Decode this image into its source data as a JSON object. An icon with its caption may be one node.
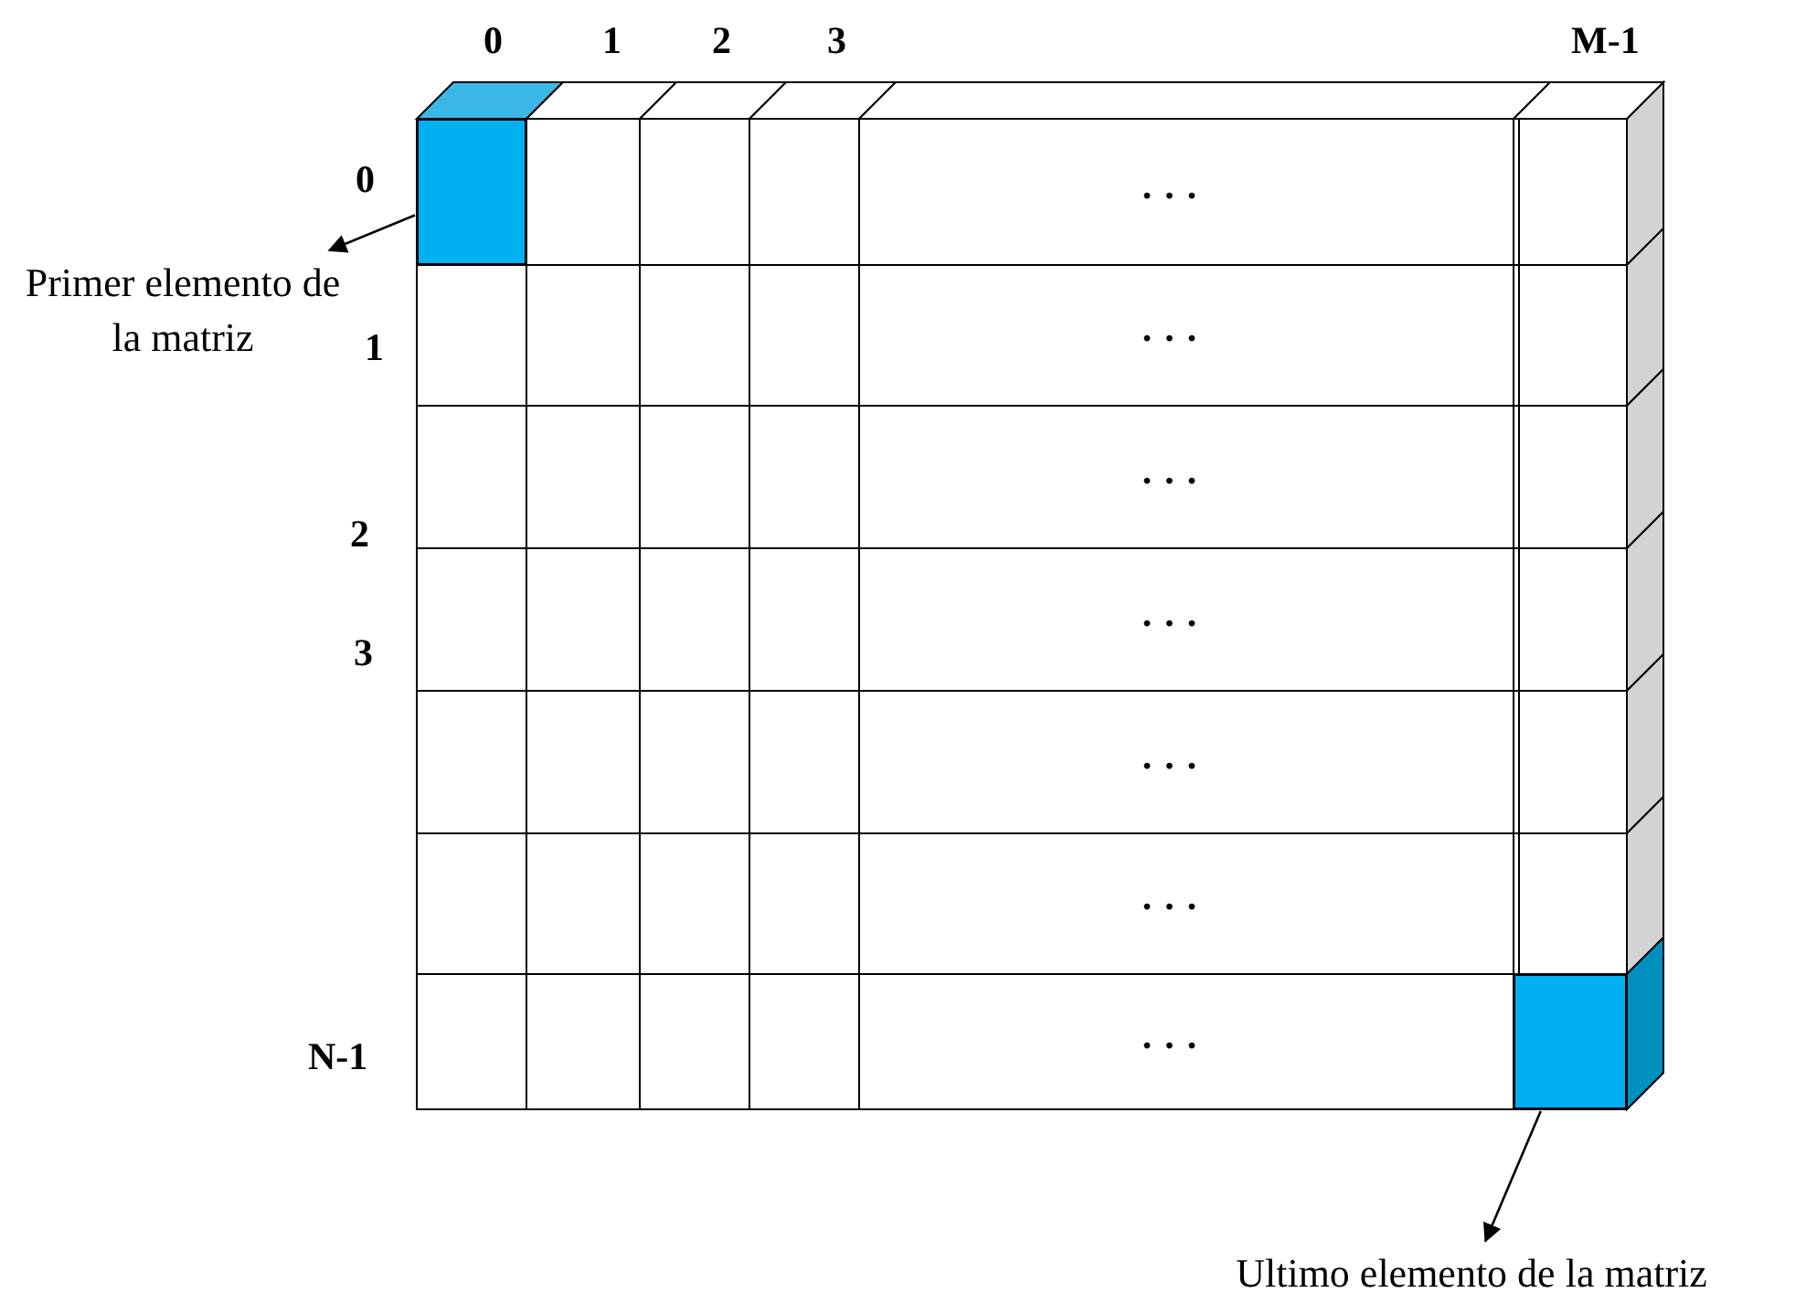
{
  "diagram": {
    "nodes": [
      {
        "text": [
          "Primer elemento de la matriz"
        ]
      },
      {
        "text": [],
        "shape": "box"
      },
      {
        "text": [
          "Ultimo elemento de la matriz"
        ]
      },
      {
        "text": [],
        "shape": "box"
      }
    ],
    "edges": [
      {
        "from": 1,
        "to": 0,
        "arrow": "to"
      },
      {
        "from": 3,
        "to": 2,
        "arrow": "to"
      }
    ],
    "labels": [
      "0",
      "1",
      "2",
      "3",
      "M-1",
      "0",
      "1",
      "2",
      "3",
      "N-1",
      "· · ·",
      "· · ·",
      "· · ·",
      "· · ·",
      "· · ·",
      "· · ·",
      "· · ·"
    ]
  }
}
